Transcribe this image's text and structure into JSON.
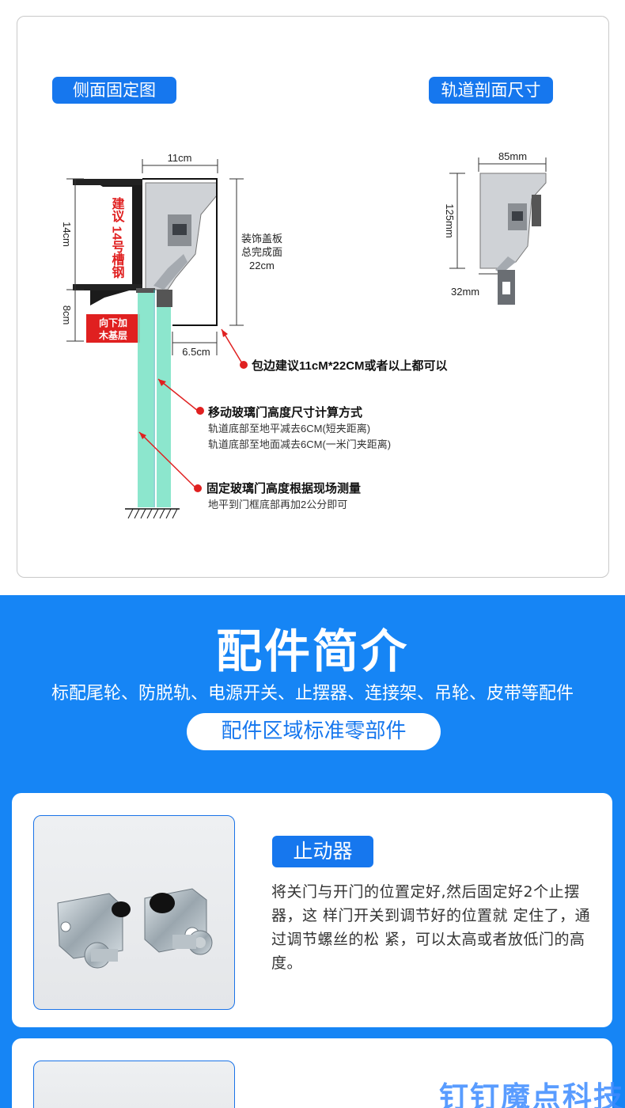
{
  "side_diagram": {
    "title": "侧面固定图",
    "dim_width": "11cm",
    "dim_height_top": "14cm",
    "dim_height_bottom": "8cm",
    "steel_suggest": "建议 14号槽钢",
    "wood_base": [
      "向下加",
      "木基层"
    ],
    "cover_label": [
      "装饰盖板",
      "总完成面",
      "22cm"
    ],
    "dim_gap": "6.5cm",
    "notes": [
      {
        "title": "包边建议11cM*22CM或者以上都可以",
        "lines": []
      },
      {
        "title": "移动玻璃门高度尺寸计算方式",
        "lines": [
          "轨道底部至地平减去6CM(短夹距离)",
          "轨道底部至地面减去6CM(一米门夹距离)"
        ]
      },
      {
        "title": "固定玻璃门高度根据现场测量",
        "lines": [
          "地平到门框底部再加2公分即可"
        ]
      }
    ]
  },
  "track_section": {
    "title": "轨道剖面尺寸",
    "dim_width": "85mm",
    "dim_height": "125mm",
    "dim_bottom": "32mm"
  },
  "accessories": {
    "title": "配件简介",
    "subtitle": "标配尾轮、防脱轨、电源开关、止摆器、连接架、吊轮、皮带等配件",
    "badge": "配件区域标准零部件"
  },
  "cards": [
    {
      "tag": "止动器",
      "description": "将关门与开门的位置定好,然后固定好2个止摆器，这 样门开关到调节好的位置就 定住了，通过调节螺丝的松 紧，可以太高或者放低门的高度。"
    }
  ],
  "watermark": "钉钉魔点科技",
  "colors": {
    "accent": "#1677ee",
    "background_blue": "#1685f5",
    "warning_red": "#e02020",
    "glass_green": "#7fe3c8"
  }
}
